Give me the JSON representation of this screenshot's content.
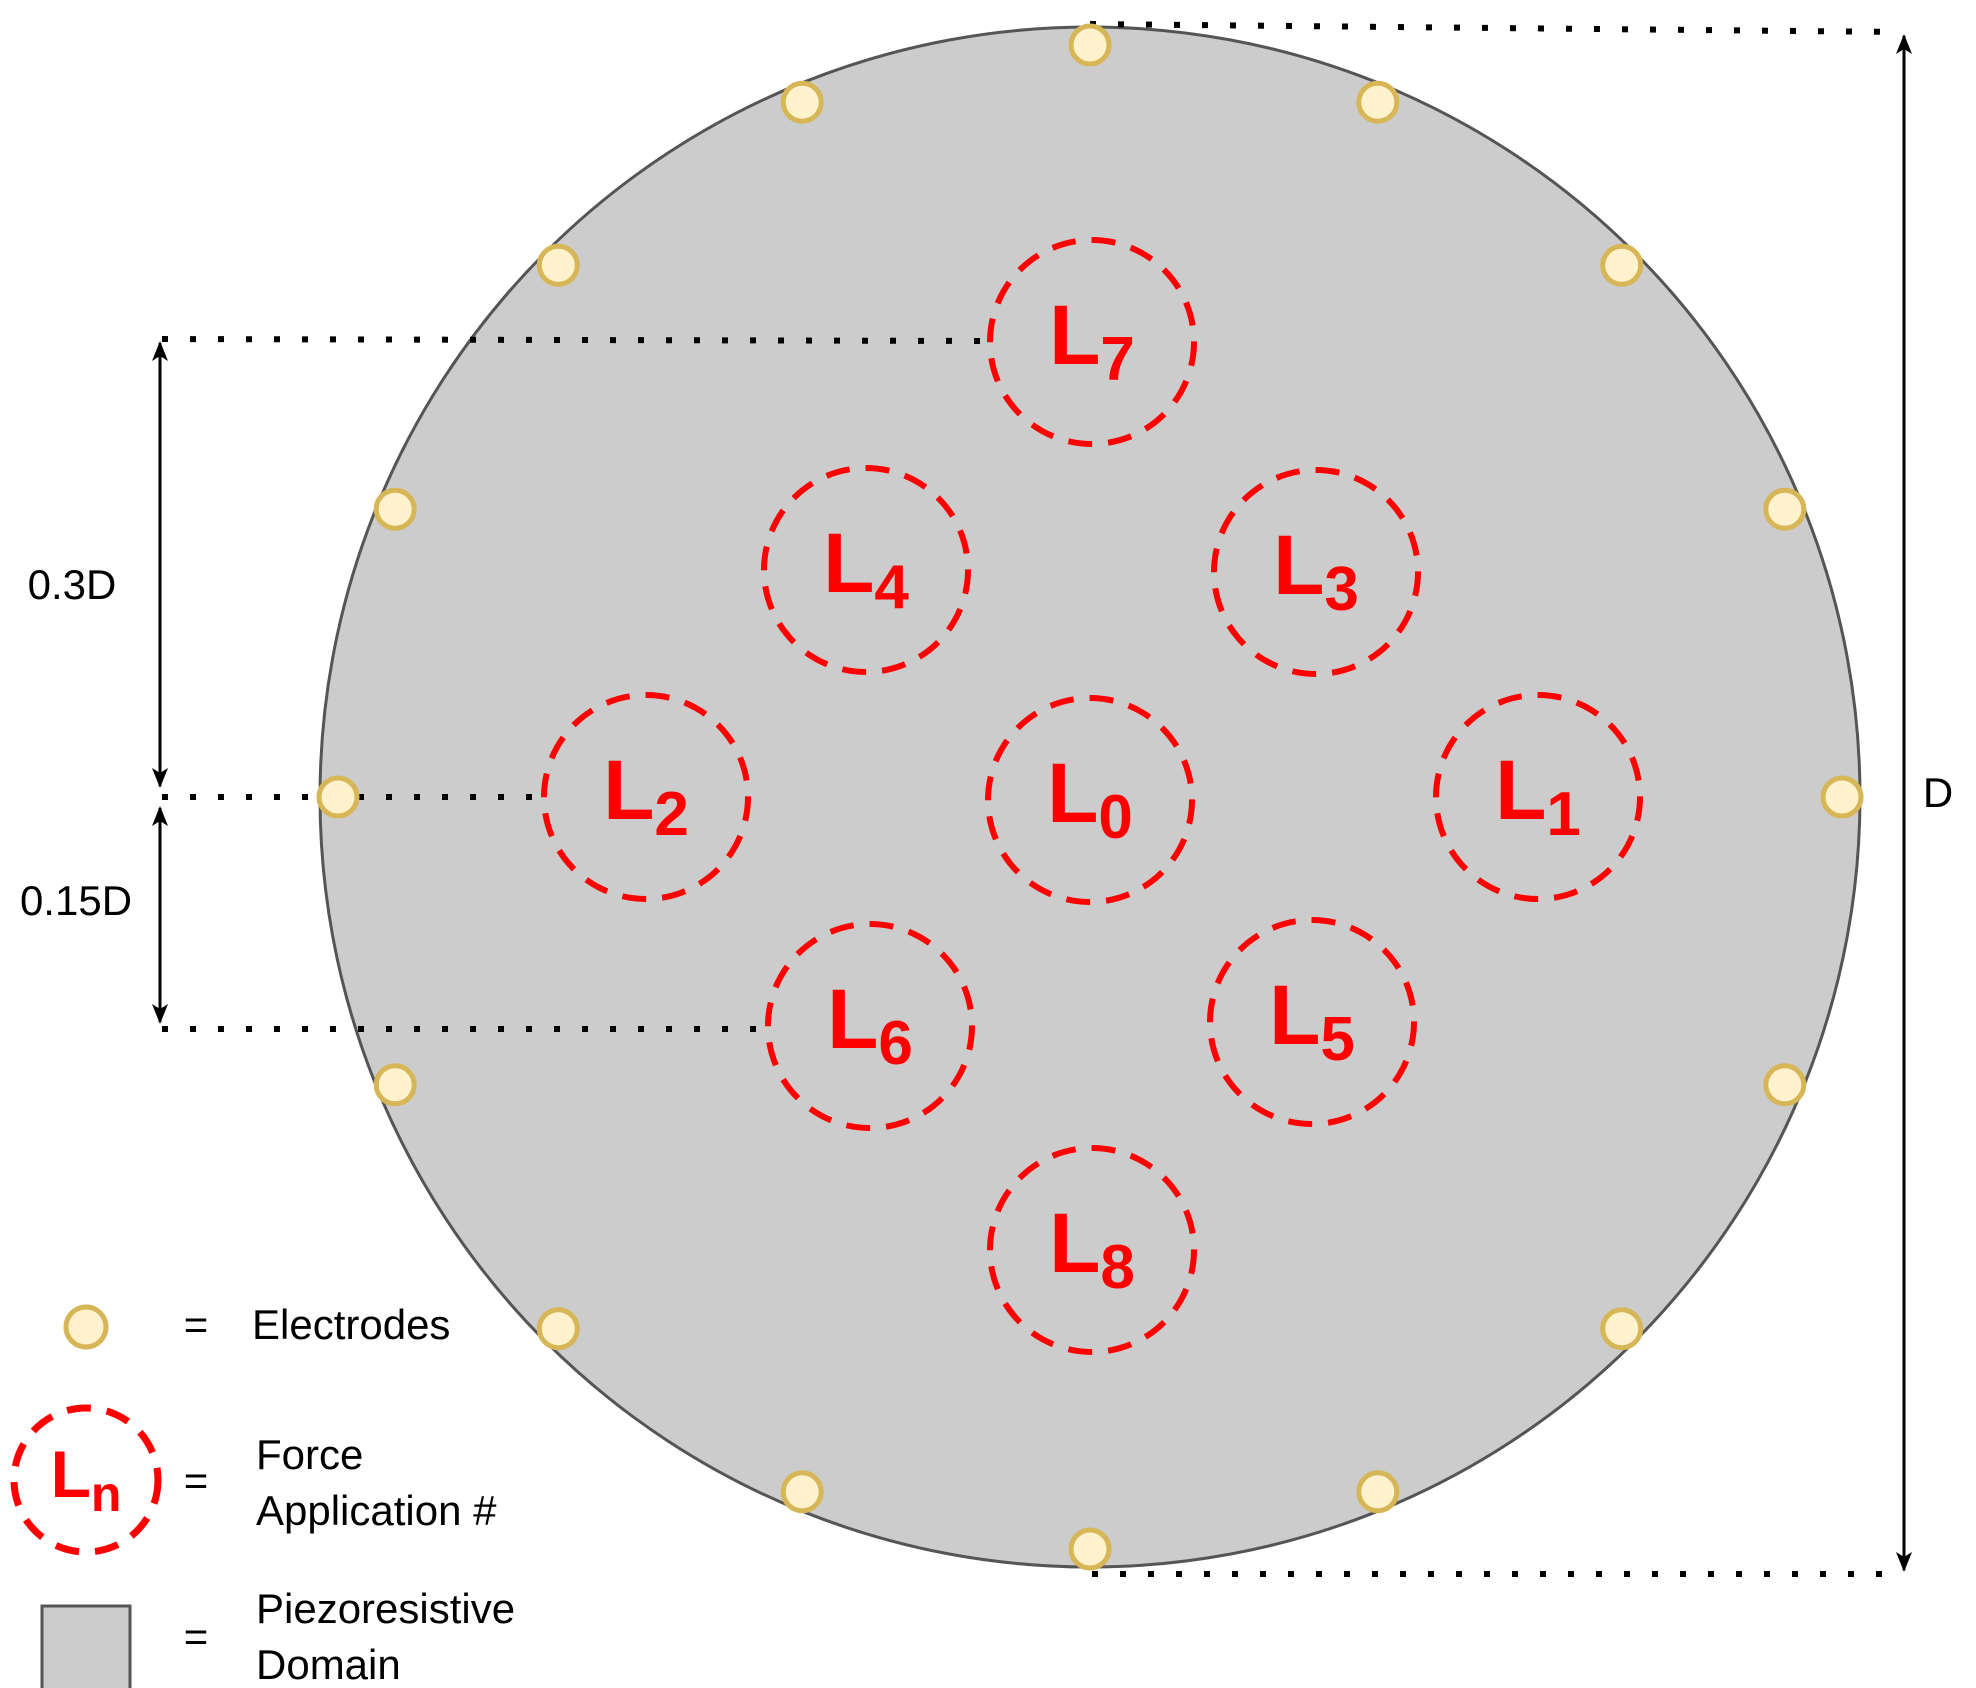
{
  "colors": {
    "domain_fill": "#cccccc",
    "domain_stroke": "#555555",
    "electrode_fill": "#fff2cc",
    "electrode_stroke": "#d6b656",
    "load_color": "#ff0000",
    "dimension_color": "#000000"
  },
  "dimensions": {
    "diameter_label": "D",
    "offset_label": "0.3D",
    "small_offset_label": "0.15D"
  },
  "loads": [
    {
      "letter": "L",
      "index": "0"
    },
    {
      "letter": "L",
      "index": "1"
    },
    {
      "letter": "L",
      "index": "2"
    },
    {
      "letter": "L",
      "index": "3"
    },
    {
      "letter": "L",
      "index": "4"
    },
    {
      "letter": "L",
      "index": "5"
    },
    {
      "letter": "L",
      "index": "6"
    },
    {
      "letter": "L",
      "index": "7"
    },
    {
      "letter": "L",
      "index": "8"
    }
  ],
  "electrode_count": 16,
  "legend": {
    "equals": "=",
    "electrodes": "Electrodes",
    "force_line1": "Force",
    "force_line2": "Application #",
    "force_symbol_letter": "L",
    "force_symbol_index": "n",
    "domain_line1": "Piezoresistive",
    "domain_line2": "Domain"
  }
}
